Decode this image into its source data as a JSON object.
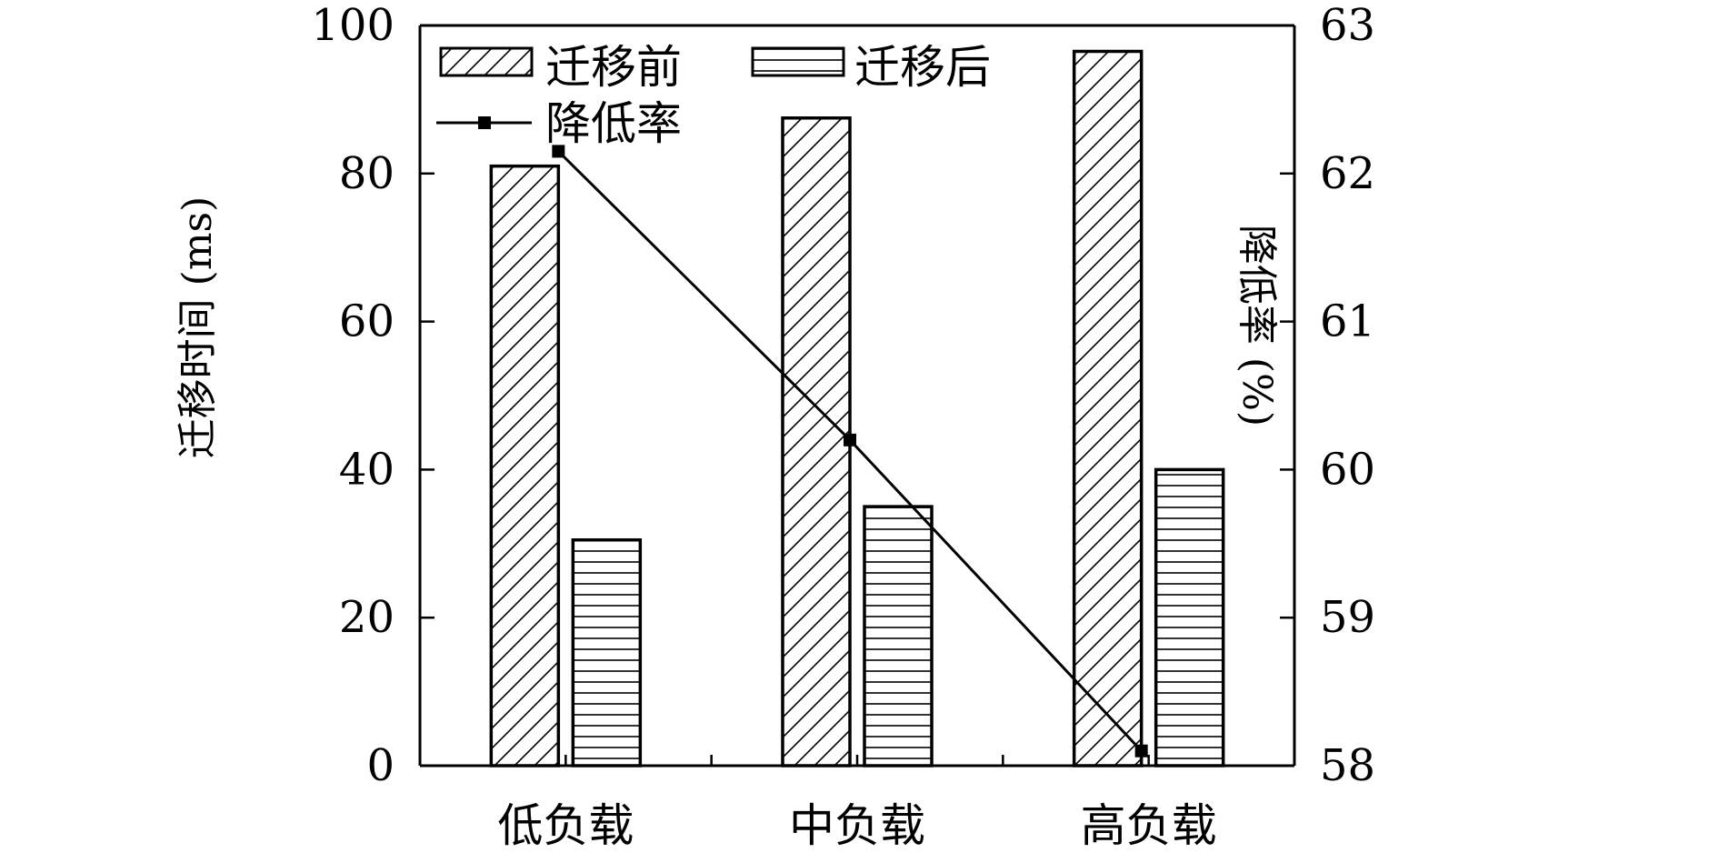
{
  "chart_data": {
    "type": "bar",
    "categories": [
      "低负载",
      "中负载",
      "高负载"
    ],
    "series": [
      {
        "name": "迁移前",
        "axis": "left",
        "kind": "bar",
        "pattern": "diagonal-hatch",
        "values": [
          81,
          87.5,
          96.5
        ]
      },
      {
        "name": "迁移后",
        "axis": "left",
        "kind": "bar",
        "pattern": "horizontal-hatch",
        "values": [
          30.5,
          35,
          40
        ]
      },
      {
        "name": "降低率",
        "axis": "right",
        "kind": "line",
        "marker": "square",
        "values": [
          62.15,
          60.2,
          58.1
        ]
      }
    ],
    "ylabel": "迁移时间 (ms)",
    "y2label": "降低率 (%)",
    "ylim": [
      0,
      100
    ],
    "y2lim": [
      58,
      63
    ],
    "yticks": [
      0,
      20,
      40,
      60,
      80,
      100
    ],
    "y2ticks": [
      58,
      59,
      60,
      61,
      62,
      63
    ],
    "grid": false,
    "legend_position": "top-left"
  }
}
